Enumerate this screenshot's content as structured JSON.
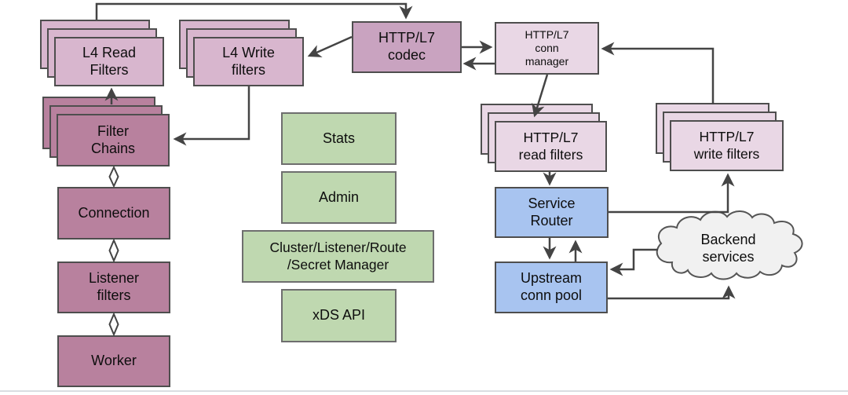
{
  "nodes": {
    "l4_read_filters": {
      "label": "L4 Read\nFilters"
    },
    "l4_write_filters": {
      "label": "L4 Write\nfilters"
    },
    "http_l7_codec": {
      "label": "HTTP/L7\ncodec"
    },
    "http_l7_conn_manager": {
      "label": "HTTP/L7\nconn\nmanager"
    },
    "filter_chains": {
      "label": "Filter\nChains"
    },
    "connection": {
      "label": "Connection"
    },
    "listener_filters": {
      "label": "Listener\nfilters"
    },
    "worker": {
      "label": "Worker"
    },
    "stats": {
      "label": "Stats"
    },
    "admin": {
      "label": "Admin"
    },
    "cluster_listener_route_secret_manager": {
      "label": "Cluster/Listener/Route\n/Secret Manager"
    },
    "xds_api": {
      "label": "xDS API"
    },
    "http_l7_read_filters": {
      "label": "HTTP/L7\nread filters"
    },
    "http_l7_write_filters": {
      "label": "HTTP/L7\nwrite filters"
    },
    "service_router": {
      "label": "Service\nRouter"
    },
    "upstream_conn_pool": {
      "label": "Upstream\nconn pool"
    },
    "backend_services": {
      "label": "Backend\nservices"
    }
  },
  "edges": [
    {
      "from": "l4-read-filters",
      "to": "http-l7-codec",
      "style": "arrow"
    },
    {
      "from": "http-l7-codec",
      "to": "l4-write-filters",
      "style": "arrow"
    },
    {
      "from": "l4-write-filters",
      "to": "filter-chains",
      "style": "arrow"
    },
    {
      "from": "filter-chains",
      "to": "l4-read-filters",
      "style": "arrow"
    },
    {
      "from": "http-l7-codec",
      "to": "http-l7-conn-manager",
      "style": "arrow"
    },
    {
      "from": "http-l7-conn-manager",
      "to": "http-l7-codec",
      "style": "arrow"
    },
    {
      "from": "http-l7-conn-manager",
      "to": "http-l7-read-filters",
      "style": "arrow"
    },
    {
      "from": "http-l7-read-filters",
      "to": "service-router",
      "style": "arrow"
    },
    {
      "from": "service-router",
      "to": "http-l7-write-filters",
      "style": "arrow"
    },
    {
      "from": "http-l7-write-filters",
      "to": "http-l7-conn-manager",
      "style": "arrow"
    },
    {
      "from": "service-router",
      "to": "upstream-conn-pool",
      "style": "arrow"
    },
    {
      "from": "upstream-conn-pool",
      "to": "service-router",
      "style": "arrow"
    },
    {
      "from": "backend-services",
      "to": "upstream-conn-pool",
      "style": "arrow"
    },
    {
      "from": "upstream-conn-pool",
      "to": "backend-services",
      "style": "arrow"
    },
    {
      "from": "filter-chains",
      "to": "connection",
      "style": "diamond-both-ends"
    },
    {
      "from": "connection",
      "to": "listener-filters",
      "style": "diamond-both-ends"
    },
    {
      "from": "listener-filters",
      "to": "worker",
      "style": "diamond-both-ends"
    }
  ],
  "colors": {
    "stack_light_mauve": "#d8b6ce",
    "codec_mauve": "#c9a3c0",
    "light_pink": "#e9d7e5",
    "dark_mauve": "#b8819e",
    "green": "#bfd8b0",
    "blue": "#a8c4f0",
    "cloud_fill": "#f1f1f1",
    "line": "#444444"
  }
}
